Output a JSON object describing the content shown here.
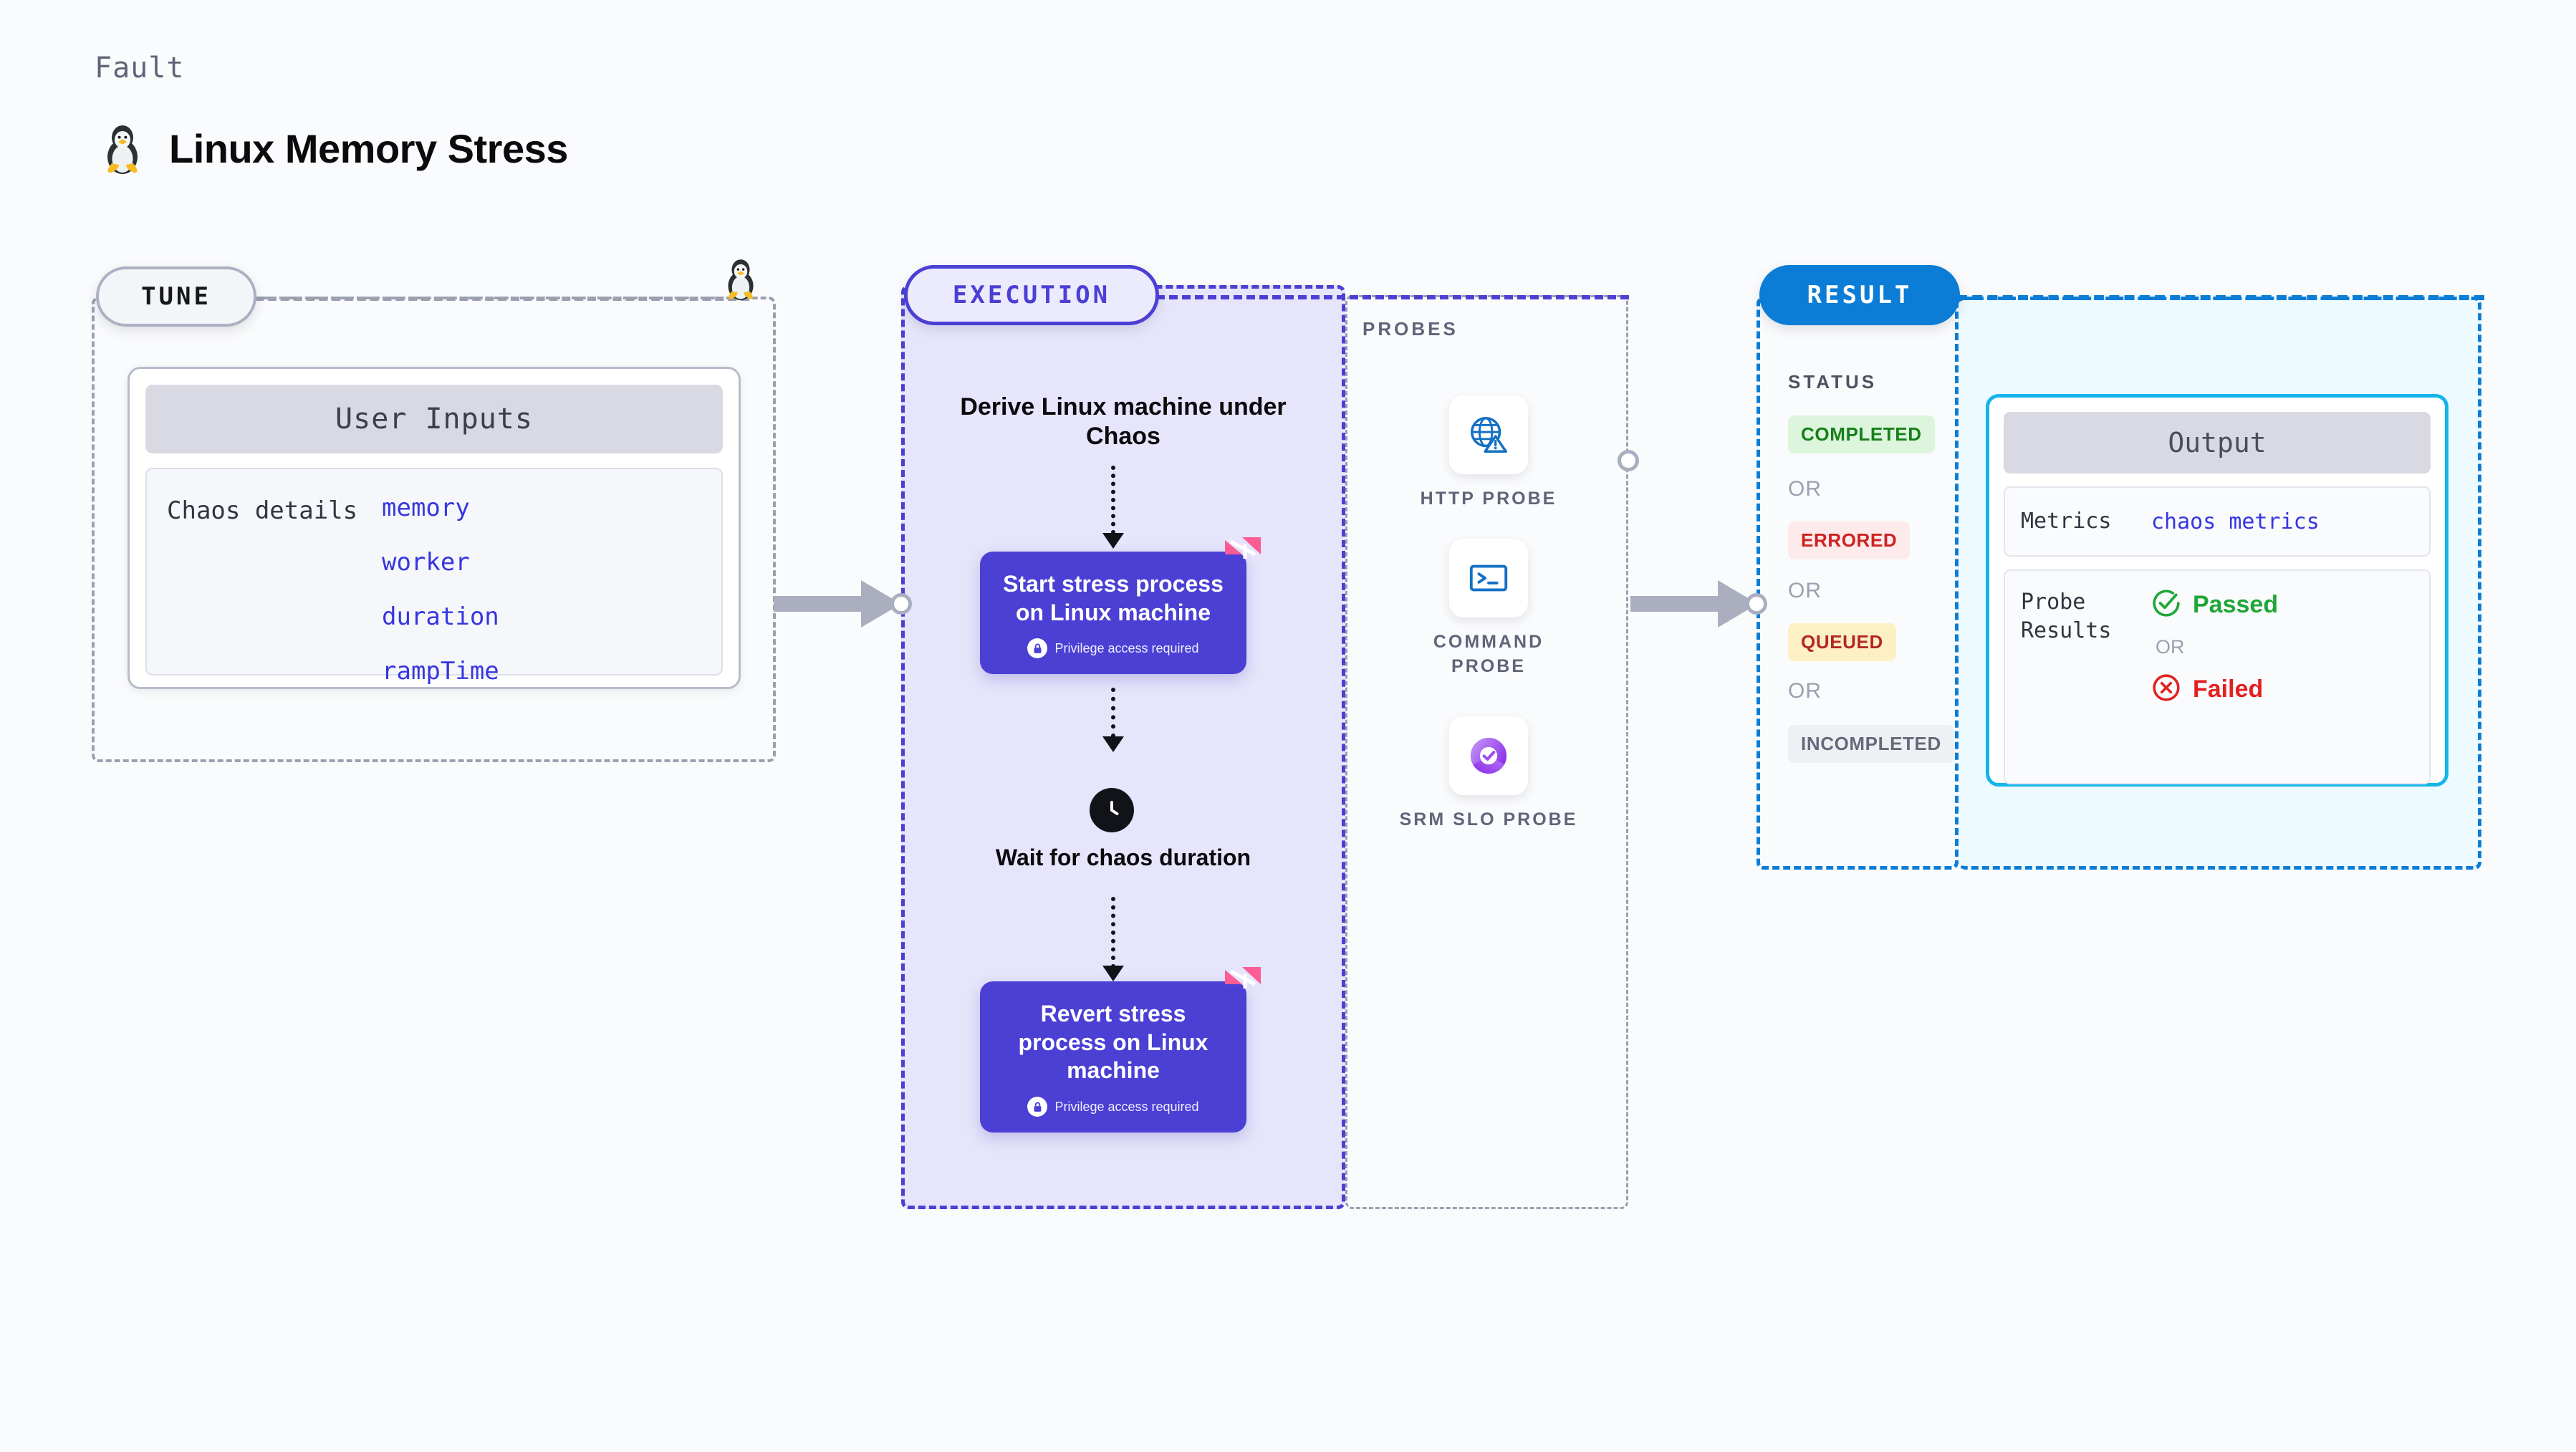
{
  "header": {
    "kicker": "Fault",
    "title": "Linux Memory Stress",
    "icon": "tux-penguin-icon"
  },
  "tune": {
    "pill_label": "TUNE",
    "card": {
      "header": "User Inputs",
      "row_label": "Chaos details",
      "params": [
        "memory",
        "worker",
        "duration",
        "rampTime"
      ]
    }
  },
  "execution": {
    "pill_label": "EXECUTION",
    "step_derive": "Derive Linux machine under Chaos",
    "node_start": {
      "title": "Start stress process on Linux machine",
      "sub": "Privilege access required",
      "lock_icon": "lock-icon",
      "brand_icon": "harness-logo-icon"
    },
    "wait_node": {
      "icon": "clock-icon",
      "label": "Wait for chaos duration"
    },
    "node_revert": {
      "title": "Revert stress process on Linux machine",
      "sub": "Privilege access required",
      "lock_icon": "lock-icon",
      "brand_icon": "harness-logo-icon"
    }
  },
  "probes": {
    "title": "PROBES",
    "items": [
      {
        "label": "HTTP PROBE",
        "icon": "globe-warning-icon"
      },
      {
        "label": "COMMAND PROBE",
        "icon": "terminal-icon"
      },
      {
        "label": "SRM SLO PROBE",
        "icon": "slo-donut-check-icon"
      }
    ]
  },
  "result": {
    "pill_label": "RESULT",
    "status_title": "STATUS",
    "or_label": "OR",
    "statuses": [
      {
        "label": "COMPLETED",
        "bg": "#ddf5dd",
        "fg": "#16801a"
      },
      {
        "label": "ERRORED",
        "bg": "#fdeaea",
        "fg": "#cc2222"
      },
      {
        "label": "QUEUED",
        "bg": "#fdf0c4",
        "fg": "#b52727"
      },
      {
        "label": "INCOMPLETED",
        "bg": "#eff0f4",
        "fg": "#656a7a"
      }
    ],
    "output": {
      "header": "Output",
      "metrics_key": "Metrics",
      "metrics_value": "chaos metrics",
      "probe_key": "Probe Results",
      "passed_label": "Passed",
      "failed_label": "Failed",
      "or_label": "OR",
      "passed_icon": "check-circle-icon",
      "failed_icon": "x-circle-icon"
    }
  },
  "colors": {
    "brand_blue": "#4b3fd4",
    "result_blue": "#0b7dd6",
    "cyan": "#13b5ea",
    "pink": "#fb5c96",
    "grey_border": "#9aa0b0",
    "mono_blue": "#3636e0"
  }
}
